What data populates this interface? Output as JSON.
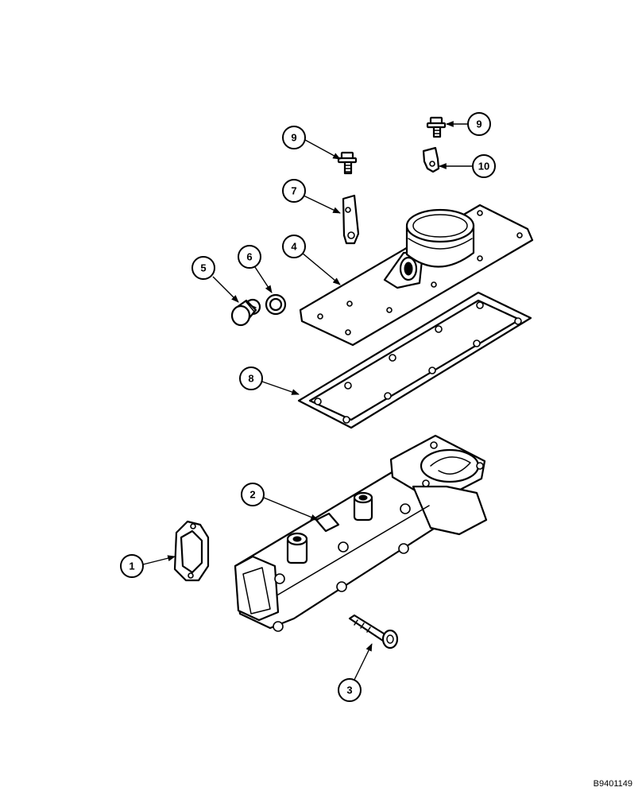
{
  "drawing_number": "B9401149",
  "callouts": [
    {
      "id": "c9a",
      "label": "9"
    },
    {
      "id": "c9b",
      "label": "9"
    },
    {
      "id": "c10",
      "label": "10"
    },
    {
      "id": "c7",
      "label": "7"
    },
    {
      "id": "c4",
      "label": "4"
    },
    {
      "id": "c5",
      "label": "5"
    },
    {
      "id": "c6",
      "label": "6"
    },
    {
      "id": "c8",
      "label": "8"
    },
    {
      "id": "c2",
      "label": "2"
    },
    {
      "id": "c1",
      "label": "1"
    },
    {
      "id": "c3",
      "label": "3"
    }
  ],
  "colors": {
    "ink": "#000000",
    "paper": "#ffffff"
  }
}
